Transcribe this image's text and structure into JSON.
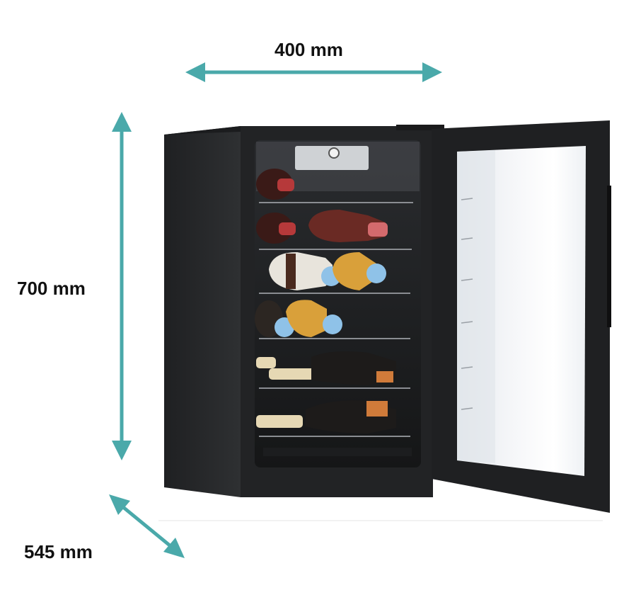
{
  "dimensions": {
    "width_label": "400 mm",
    "height_label": "700 mm",
    "depth_label": "545 mm"
  },
  "colors": {
    "arrow": "#4aa9aa",
    "cabinet": "#2a2b2d",
    "background": "#ffffff"
  }
}
